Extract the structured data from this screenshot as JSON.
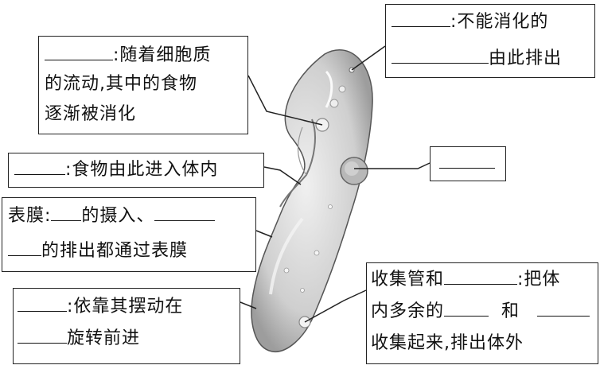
{
  "labels": {
    "anal_pore": {
      "suffix": ":不能消化的",
      "line2_suffix": "由此排出"
    },
    "food_vacuole": {
      "suffix": ":随着细胞质",
      "line2": "的流动,其中的食物",
      "line3": "逐渐被消化"
    },
    "oral_groove": {
      "suffix": ":食物由此进入体内"
    },
    "nucleus": {},
    "pellicle": {
      "prefix": "表膜:",
      "mid": "的摄入、",
      "line2_suffix": "的排出都通过表膜"
    },
    "cilia": {
      "suffix": ":依靠其摆动在",
      "line2_suffix": "旋转前进"
    },
    "contractile": {
      "line1_prefix": "收集管和",
      "line1_suffix": ":把体",
      "line2_prefix": "内多余的",
      "line2_mid": "和",
      "line3": "收集起来,排出体外"
    }
  },
  "colors": {
    "cell_body": "#d9d9d9",
    "outline": "#222222",
    "text": "#111111"
  }
}
